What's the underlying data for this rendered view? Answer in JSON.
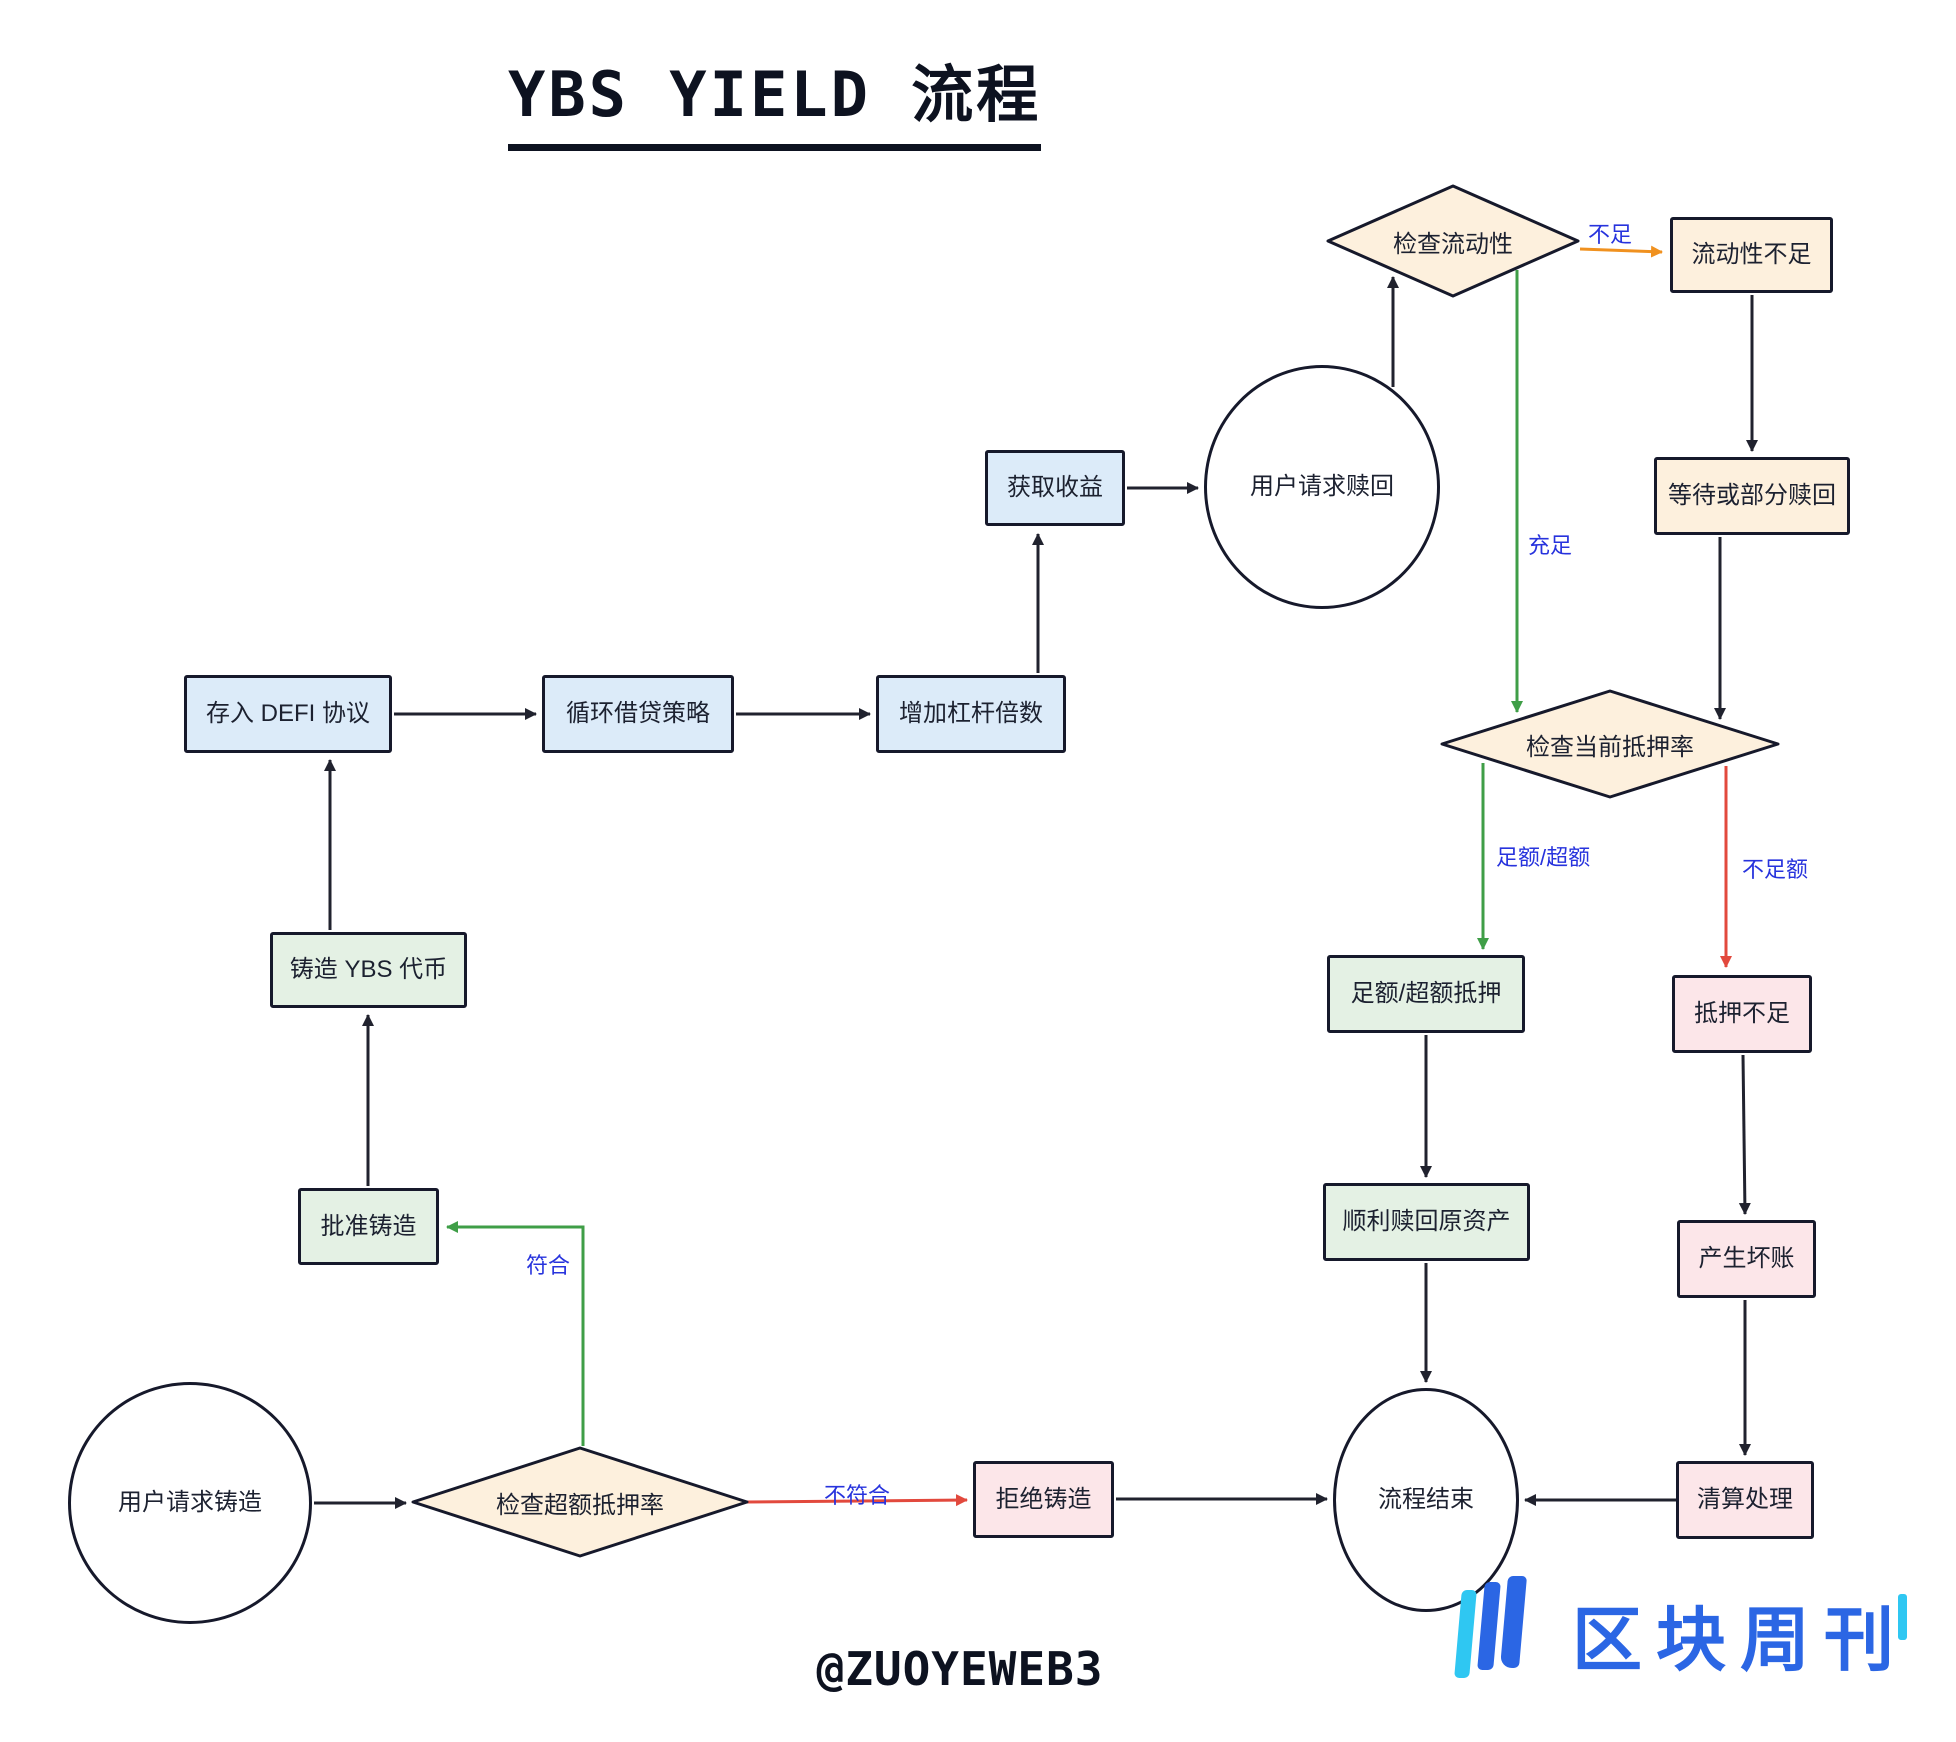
{
  "title": "YBS YIELD 流程",
  "footer_handle": "@ZUOYEWEB3",
  "logo": {
    "text": "区块周刊"
  },
  "colors": {
    "node_border": "#16192b",
    "fill_blue": "#dcebf9",
    "fill_cream": "#fdf0dd",
    "fill_green": "#e4f1e4",
    "fill_pink": "#fce6e9",
    "edge_black": "#20222e",
    "edge_green": "#3f9e47",
    "edge_red": "#e2493d",
    "edge_orange": "#f0911f",
    "edge_label_blue": "#2733dd",
    "logo_blue": "#2b66e4",
    "logo_cyan": "#2fc7f2"
  },
  "nodes": {
    "deposit": {
      "label": "存入 DEFI 协议"
    },
    "loop_lending": {
      "label": "循环借贷策略"
    },
    "leverage": {
      "label": "增加杠杆倍数"
    },
    "get_yield": {
      "label": "获取收益"
    },
    "redeem_request": {
      "label": "用户请求赎回"
    },
    "check_liquidity": {
      "label": "检查流动性"
    },
    "liquidity_insufficient": {
      "label": "流动性不足"
    },
    "wait_partial_redeem": {
      "label": "等待或部分赎回"
    },
    "check_collateral": {
      "label": "检查当前抵押率"
    },
    "full_over_collateral": {
      "label": "足额/超额抵押"
    },
    "under_collateral": {
      "label": "抵押不足"
    },
    "redeem_ok": {
      "label": "顺利赎回原资产"
    },
    "bad_debt": {
      "label": "产生坏账"
    },
    "liquidation": {
      "label": "清算处理"
    },
    "flow_end": {
      "label": "流程结束"
    },
    "mint_request": {
      "label": "用户请求铸造"
    },
    "check_overcollateral": {
      "label": "检查超额抵押率"
    },
    "approve_mint": {
      "label": "批准铸造"
    },
    "mint_ybs": {
      "label": "铸造 YBS 代币"
    },
    "reject_mint": {
      "label": "拒绝铸造"
    }
  },
  "edges": {
    "insufficient": {
      "label": "不足"
    },
    "sufficient": {
      "label": "充足"
    },
    "full_or_over": {
      "label": "足额/超额"
    },
    "not_enough": {
      "label": "不足额"
    },
    "compliant": {
      "label": "符合"
    },
    "non_compliant": {
      "label": "不符合"
    }
  }
}
